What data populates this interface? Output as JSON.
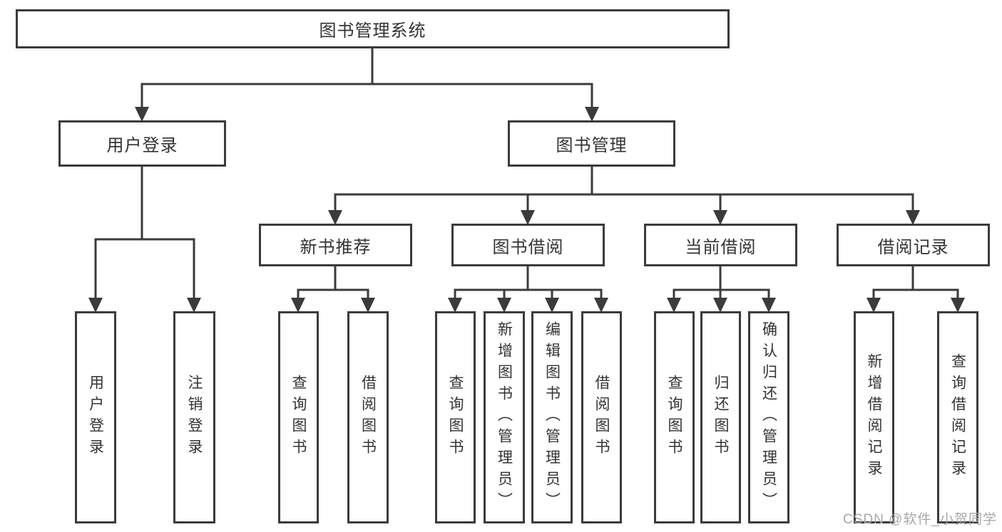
{
  "tree": {
    "root": "图书管理系统",
    "branches": [
      {
        "label": "用户登录",
        "children": [
          "用户登录",
          "注销登录"
        ]
      },
      {
        "label": "图书管理",
        "sections": [
          {
            "label": "新书推荐",
            "children": [
              "查询图书",
              "借阅图书"
            ]
          },
          {
            "label": "图书借阅",
            "children": [
              "查询图书",
              "新增图书（管理员）",
              "编辑图书（管理员）",
              "借阅图书"
            ]
          },
          {
            "label": "当前借阅",
            "children": [
              "查询图书",
              "归还图书",
              "确认归还（管理员）"
            ]
          },
          {
            "label": "借阅记录",
            "children": [
              "新增借阅记录",
              "查询借阅记录"
            ]
          }
        ]
      }
    ]
  },
  "watermark": "CSDN @软件_小贺同学",
  "colors": {
    "line": "#3b3b3b",
    "box_border": "#3b3b3b",
    "text": "#333333",
    "watermark": "#a8a8a8",
    "background": "#ffffff"
  }
}
